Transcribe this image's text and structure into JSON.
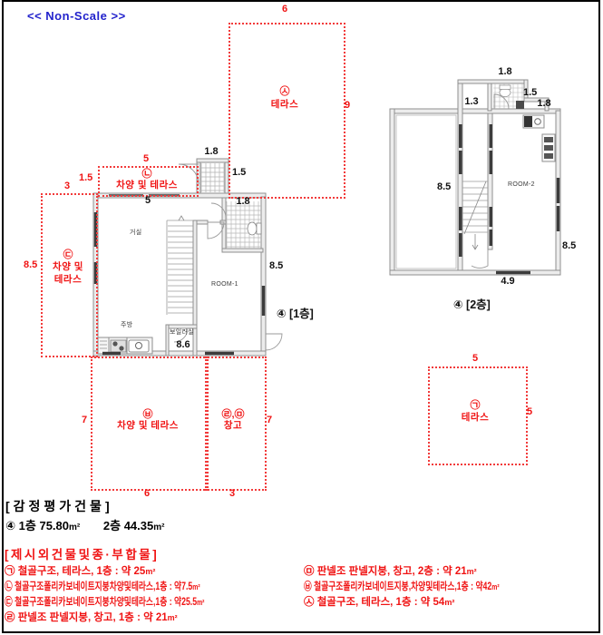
{
  "scale_note": "<< Non-Scale >>",
  "plan1": {
    "caption": "④ [1층]",
    "rooms": {
      "living": "거실",
      "room1": "ROOM-1",
      "kitchen": "주방",
      "boiler": "보일러실"
    },
    "dims": {
      "entrance_w": "1.8",
      "entrance_side": "1.5",
      "top_wall": "5",
      "bath": "1.8",
      "right_h": "8.5",
      "boiler_w": "8.6"
    }
  },
  "plan2": {
    "caption": "④ [2층]",
    "rooms": {
      "room2": "ROOM-2"
    },
    "dims": {
      "top_w": "1.8",
      "balcony_w": "1.3",
      "bath_side": "1.5",
      "kitchen_top": "1.8",
      "left_h": "8.5",
      "right_h": "8.5",
      "bottom_w": "4.9"
    }
  },
  "annex": {
    "terrace_s": {
      "marker": "㉦",
      "label": "테라스",
      "dim_top": "6",
      "dim_right": "9"
    },
    "awning_top": {
      "marker": "㉡",
      "label": "차양 및 테라스",
      "dim_top": "5",
      "dim_left": "1.5"
    },
    "awning_left": {
      "marker": "㉢",
      "label1": "차양 및",
      "label2": "테라스",
      "dim_top": "3",
      "dim_left": "8.5"
    },
    "awning_bottom": {
      "marker": "㉥",
      "label": "차양 및 테라스",
      "dim_left": "7",
      "dim_bottom": "6"
    },
    "storage": {
      "marker": "㉣,㉤",
      "label": "창고",
      "dim_right": "7",
      "dim_bottom": "3"
    },
    "terrace_small": {
      "marker": "㉠",
      "label": "테라스",
      "dim_top": "5",
      "dim_right": "5"
    }
  },
  "summary": {
    "title": "[감정평가건물]",
    "building_no": "④",
    "floor1_label": "1층",
    "floor1_area": "75.80",
    "floor2_label": "2층",
    "floor2_area": "44.35",
    "unit": "m²"
  },
  "extras": {
    "title": "[제시외건물및종·부합물]",
    "items": [
      {
        "marker": "㉠",
        "text": "철골구조, 테라스, 1층 : 약 25"
      },
      {
        "marker": "㉡",
        "text": "철골구조폴리카보네이트지붕차양및테라스,1층 : 약7.5"
      },
      {
        "marker": "㉢",
        "text": "철골구조폴리카보네이트지붕차양및테라스,1층 : 약25.5"
      },
      {
        "marker": "㉣",
        "text": "판넬조 판넬지붕, 창고, 1층 : 약 21"
      },
      {
        "marker": "㉤",
        "text": "판넬조 판넬지붕, 창고, 2층 : 약 21"
      },
      {
        "marker": "㉥",
        "text": "철골구조폴리카보네이트지붕,차양및테라스,1층 : 약42"
      },
      {
        "marker": "㉦",
        "text": "철골구조, 테라스, 1층 : 약 54"
      }
    ],
    "unit": "m²"
  }
}
